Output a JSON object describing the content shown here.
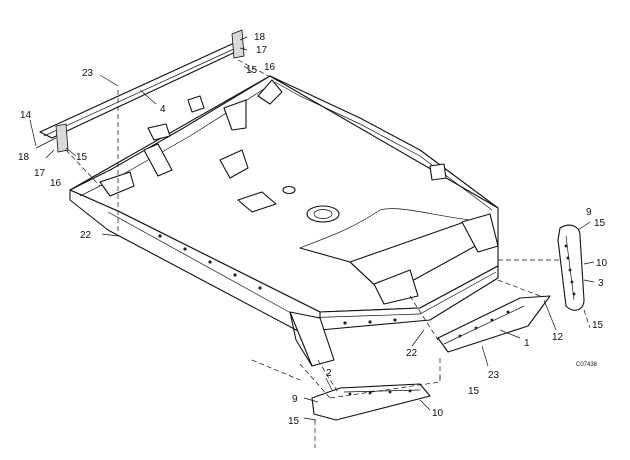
{
  "diagram": {
    "drawing_code": "C07438",
    "callouts": [
      {
        "id": "c18a",
        "text": "18"
      },
      {
        "id": "c17a",
        "text": "17"
      },
      {
        "id": "c23a",
        "text": "23"
      },
      {
        "id": "c15a",
        "text": "15"
      },
      {
        "id": "c16a",
        "text": "16"
      },
      {
        "id": "c4",
        "text": "4"
      },
      {
        "id": "c14",
        "text": "14"
      },
      {
        "id": "c18b",
        "text": "18"
      },
      {
        "id": "c15b",
        "text": "15"
      },
      {
        "id": "c17b",
        "text": "17"
      },
      {
        "id": "c16b",
        "text": "16"
      },
      {
        "id": "c22a",
        "text": "22"
      },
      {
        "id": "c9a",
        "text": "9"
      },
      {
        "id": "c15c",
        "text": "15"
      },
      {
        "id": "c10a",
        "text": "10"
      },
      {
        "id": "c3",
        "text": "3"
      },
      {
        "id": "c12",
        "text": "12"
      },
      {
        "id": "c15d",
        "text": "15"
      },
      {
        "id": "c1",
        "text": "1"
      },
      {
        "id": "c22b",
        "text": "22"
      },
      {
        "id": "c23b",
        "text": "23"
      },
      {
        "id": "c15e",
        "text": "15"
      },
      {
        "id": "c2",
        "text": "2"
      },
      {
        "id": "c9b",
        "text": "9"
      },
      {
        "id": "c10b",
        "text": "10"
      },
      {
        "id": "c15f",
        "text": "15"
      }
    ]
  }
}
